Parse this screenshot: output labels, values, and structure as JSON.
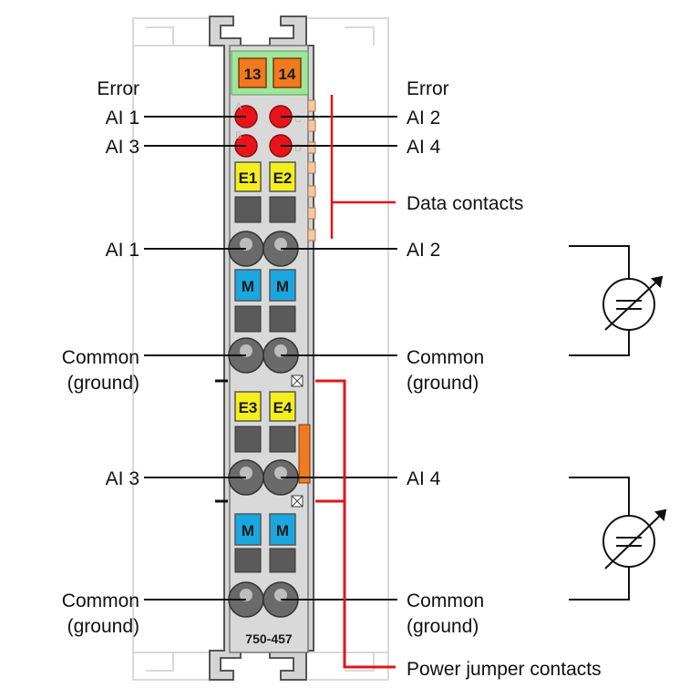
{
  "module": {
    "model_number": "750-457",
    "fuse_tags": [
      "13",
      "14"
    ],
    "channel_tags": {
      "e1": "E1",
      "e2": "E2",
      "e3": "E3",
      "e4": "E4",
      "m": "M"
    },
    "led_letters": [
      "A",
      "C",
      "B",
      "D"
    ]
  },
  "labels": {
    "left": {
      "error": "Error",
      "ai1_led": "AI 1",
      "ai3_led": "AI 3",
      "ai1_term": "AI 1",
      "common1_a": "Common",
      "common1_b": "(ground)",
      "ai3_term": "AI 3",
      "common2_a": "Common",
      "common2_b": "(ground)"
    },
    "right": {
      "error": "Error",
      "ai2_led": "AI 2",
      "ai4_led": "AI 4",
      "data_contacts": "Data contacts",
      "ai2_term": "AI 2",
      "common1_a": "Common",
      "common1_b": "(ground)",
      "ai4_term": "AI 4",
      "common2_a": "Common",
      "common2_b": "(ground)",
      "power_jumper": "Power jumper contacts"
    }
  },
  "colors": {
    "led_red": "#e8141c",
    "tag_yellow": "#f4ee1c",
    "tag_blue": "#1aa7e0",
    "fuse_orange": "#f07a1e",
    "fuse_green": "#9ee69a",
    "bracket_red": "#e1141c",
    "housing_gray": "#d2d2d2"
  }
}
